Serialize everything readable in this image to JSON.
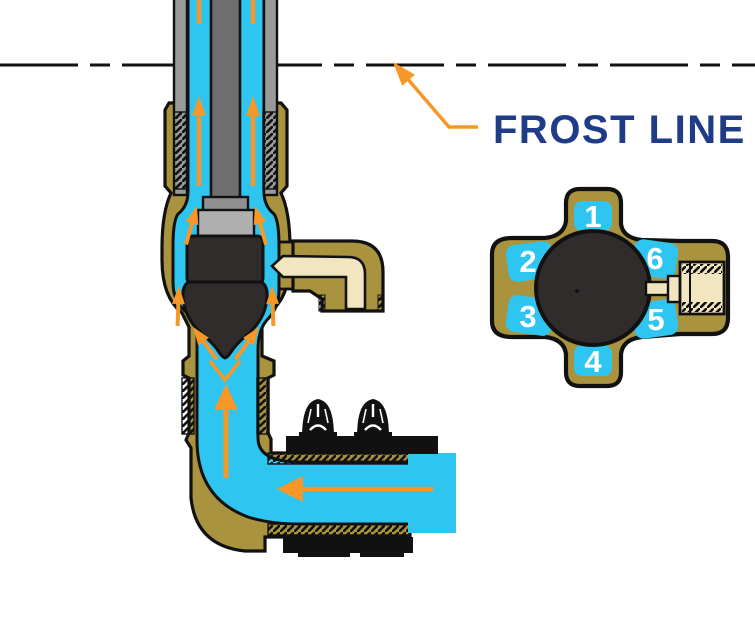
{
  "figure": {
    "frost_line_label": "FROST LINE"
  },
  "top_view": {
    "positions": [
      "1",
      "2",
      "3",
      "4",
      "5",
      "6"
    ]
  },
  "palette": {
    "water": "#2FC5F1",
    "brass": "#A9933E",
    "cream": "#F2E6C1",
    "arrow_orange": "#F79727",
    "label_navy": "#1E3C87",
    "steel_wall": "#9A9A9A",
    "rod_gray": "#6F6F6F",
    "stem_mid": "#909090",
    "stem_light": "#AFAFAF",
    "plunger_dark": "#2F2C2B",
    "number_white": "#FFFFFF",
    "outline_black": "#111111"
  }
}
